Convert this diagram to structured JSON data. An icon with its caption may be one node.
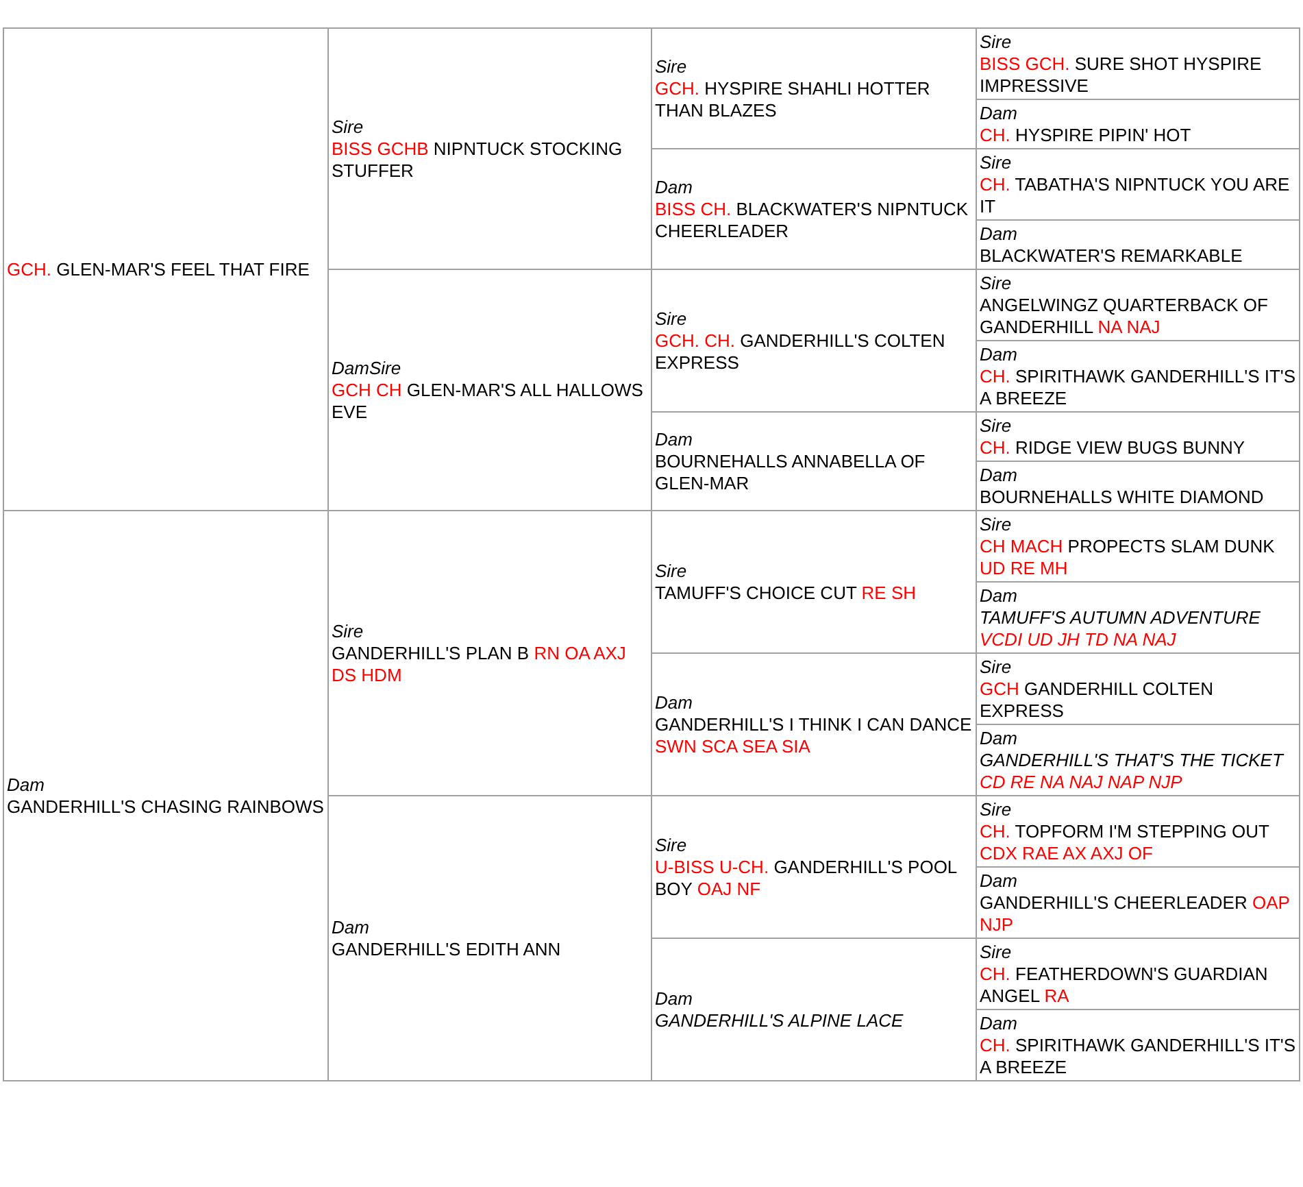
{
  "diagram": {
    "nodes": [
      {
        "text": [
          "GCH.",
          "GLEN-MAR'S FEEL THAT FIRE"
        ]
      },
      {
        "text": [
          "Sire",
          "BISS GCHB",
          "NIPNTUCK STOCKING STUFFER"
        ]
      },
      {
        "text": [
          "Sire",
          "GCH.",
          "HYSPIRE SHAHLI HOTTER THAN BLAZES"
        ]
      },
      {
        "text": [
          "Sire",
          "BISS GCH.",
          "SURE SHOT HYSPIRE IMPRESSIVE"
        ]
      },
      {
        "text": [
          "Dam",
          "CH.",
          "HYSPIRE PIPIN' HOT"
        ]
      },
      {
        "text": [
          "Dam",
          "BISS CH.",
          "BLACKWATER'S NIPNTUCK CHEERLEADER"
        ]
      },
      {
        "text": [
          "Sire",
          "CH.",
          "TABATHA'S NIPNTUCK YOU ARE IT"
        ]
      },
      {
        "text": [
          "Dam",
          "BLACKWATER'S REMARKABLE"
        ]
      },
      {
        "text": [
          "DamSire",
          "GCH CH",
          "GLEN-MAR'S ALL HALLOWS EVE"
        ]
      },
      {
        "text": [
          "Sire",
          "GCH. CH.",
          "GANDERHILL'S COLTEN EXPRESS"
        ]
      },
      {
        "text": [
          "Sire",
          "ANGELWINGZ QUARTERBACK OF GANDERHILL",
          "NA NAJ"
        ]
      },
      {
        "text": [
          "Dam",
          "CH.",
          "SPIRITHAWK GANDERHILL'S IT'S A BREEZE"
        ]
      },
      {
        "text": [
          "Dam",
          "BOURNEHALLS ANNABELLA OF GLEN-MAR"
        ]
      },
      {
        "text": [
          "Sire",
          "CH.",
          "RIDGE VIEW BUGS BUNNY"
        ]
      },
      {
        "text": [
          "Dam",
          "BOURNEHALLS WHITE DIAMOND"
        ]
      },
      {
        "text": [
          "Dam",
          "GANDERHILL'S CHASING RAINBOWS"
        ]
      },
      {
        "text": [
          "Sire",
          "GANDERHILL'S PLAN B",
          "RN OA AXJ DS HDM"
        ]
      },
      {
        "text": [
          "Sire",
          "TAMUFF'S CHOICE CUT",
          "RE SH"
        ]
      },
      {
        "text": [
          "Sire",
          "CH MACH",
          "PROPECTS SLAM DUNK",
          "UD RE MH"
        ]
      },
      {
        "text": [
          "Dam",
          "TAMUFF'S AUTUMN ADVENTURE",
          "VCDI UD JH TD NA NAJ"
        ]
      },
      {
        "text": [
          "Dam",
          "GANDERHILL'S I THINK I CAN DANCE",
          "SWN SCA SEA SIA"
        ]
      },
      {
        "text": [
          "Sire",
          "GCH",
          "GANDERHILL COLTEN EXPRESS"
        ]
      },
      {
        "text": [
          "Dam",
          "GANDERHILL'S THAT'S THE TICKET",
          "CD RE NA NAJ NAP NJP"
        ]
      },
      {
        "text": [
          "Dam",
          "GANDERHILL'S EDITH ANN"
        ]
      },
      {
        "text": [
          "Sire",
          "U-BISS U-CH.",
          "GANDERHILL'S POOL BOY",
          "OAJ NF"
        ]
      },
      {
        "text": [
          "Sire",
          "CH.",
          "TOPFORM I'M STEPPING OUT",
          "CDX RAE AX AXJ OF"
        ]
      },
      {
        "text": [
          "Dam",
          "GANDERHILL'S CHEERLEADER",
          "OAP NJP"
        ]
      },
      {
        "text": [
          "Dam",
          "GANDERHILL'S ALPINE LACE"
        ]
      },
      {
        "text": [
          "Sire",
          "CH.",
          "FEATHERDOWN'S GUARDIAN ANGEL",
          "RA"
        ]
      },
      {
        "text": [
          "Dam",
          "CH.",
          "SPIRITHAWK GANDERHILL'S IT'S A BREEZE"
        ]
      }
    ]
  }
}
